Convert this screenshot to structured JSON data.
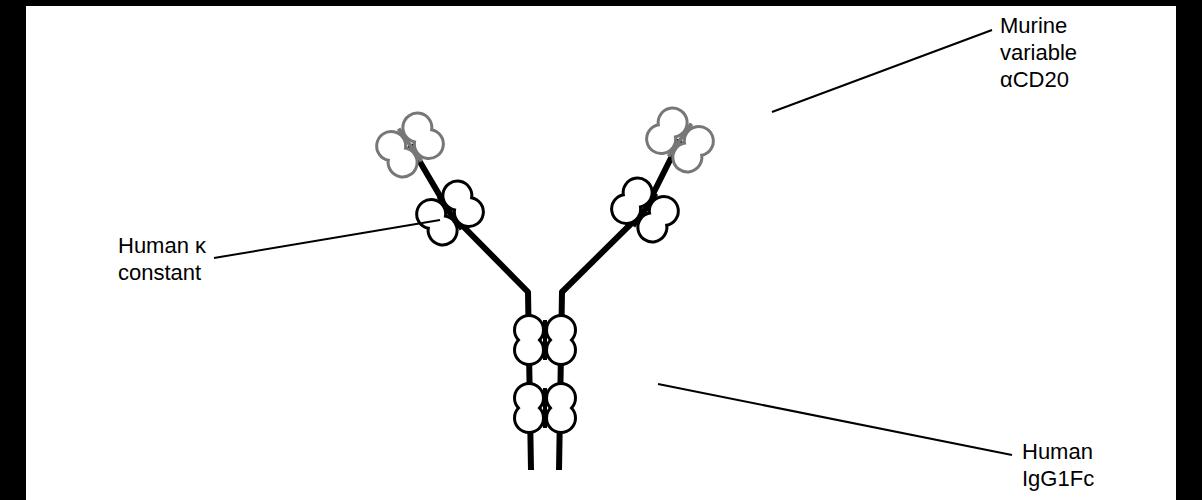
{
  "diagram": {
    "labels": [
      "Murine variable αCD20",
      "Human κ constant",
      "Human IgG1Fc"
    ]
  }
}
